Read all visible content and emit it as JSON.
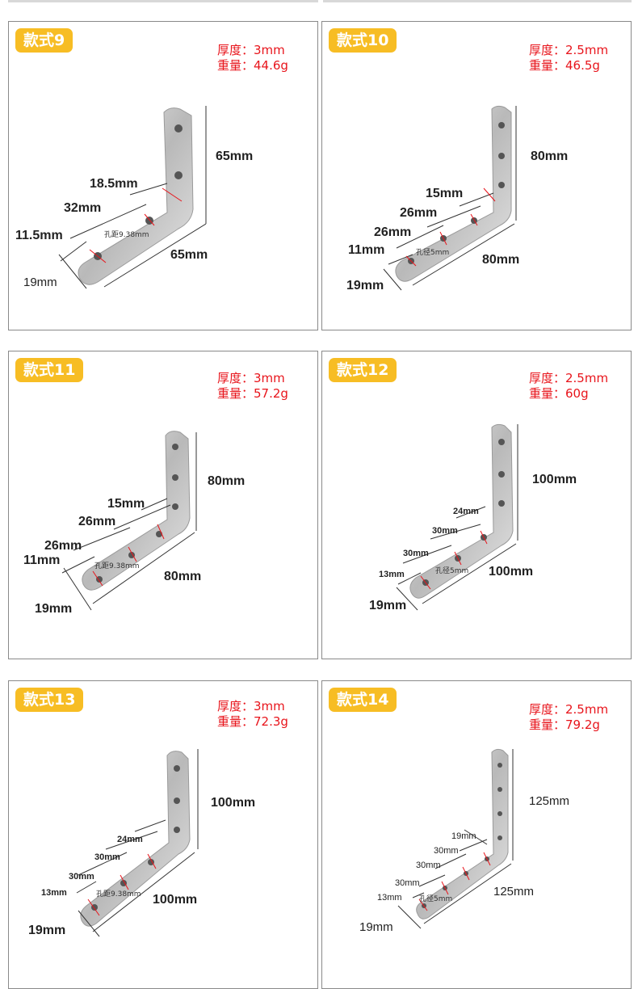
{
  "panels": [
    {
      "badge": "款式9",
      "thickness": "厚度：3mm",
      "weight": "重量：44.6g",
      "dims": {
        "vertical": "65mm",
        "horizontal": "65mm",
        "width": "19mm",
        "gap1": "18.5mm",
        "gap2": "32mm",
        "edge": "11.5mm"
      },
      "hole_note": "孔距9.38mm"
    },
    {
      "badge": "款式10",
      "thickness": "厚度：2.5mm",
      "weight": "重量：46.5g",
      "dims": {
        "vertical": "80mm",
        "horizontal": "80mm",
        "width": "19mm",
        "gap1": "15mm",
        "gap2": "26mm",
        "gap3": "26mm",
        "edge": "11mm"
      },
      "hole_note": "孔径5mm"
    },
    {
      "badge": "款式11",
      "thickness": "厚度：3mm",
      "weight": "重量：57.2g",
      "dims": {
        "vertical": "80mm",
        "horizontal": "80mm",
        "width": "19mm",
        "gap1": "15mm",
        "gap2": "26mm",
        "gap3": "26mm",
        "edge": "11mm"
      },
      "hole_note": "孔距9.38mm"
    },
    {
      "badge": "款式12",
      "thickness": "厚度：2.5mm",
      "weight": "重量：60g",
      "dims": {
        "vertical": "100mm",
        "horizontal": "100mm",
        "width": "19mm",
        "gap1": "24mm",
        "gap2": "30mm",
        "gap3": "30mm",
        "edge": "13mm"
      },
      "hole_note": "孔径5mm"
    },
    {
      "badge": "款式13",
      "thickness": "厚度：3mm",
      "weight": "重量：72.3g",
      "dims": {
        "vertical": "100mm",
        "horizontal": "100mm",
        "width": "19mm",
        "gap1": "24mm",
        "gap2": "30mm",
        "gap3": "30mm",
        "edge": "13mm"
      },
      "hole_note": "孔距9.38mm"
    },
    {
      "badge": "款式14",
      "thickness": "厚度：2.5mm",
      "weight": "重量：79.2g",
      "dims": {
        "vertical": "125mm",
        "horizontal": "125mm",
        "width": "19mm",
        "gap0": "19mm",
        "gap1": "30mm",
        "gap2": "30mm",
        "gap3": "30mm",
        "edge": "13mm"
      },
      "hole_note": "孔径5mm"
    }
  ],
  "colors": {
    "badge": "#f7bd24",
    "spec_text": "#e8141b",
    "border": "#8a8a8a"
  }
}
